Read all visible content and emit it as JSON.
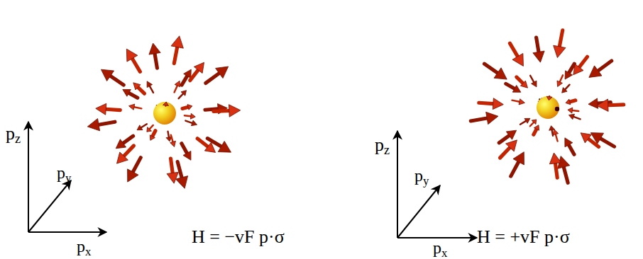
{
  "diagram": {
    "labels": [
      "pz",
      "py",
      "px",
      "H = −vF p·σ",
      "pz",
      "py",
      "px",
      "H = +vF p·σ"
    ]
  }
}
